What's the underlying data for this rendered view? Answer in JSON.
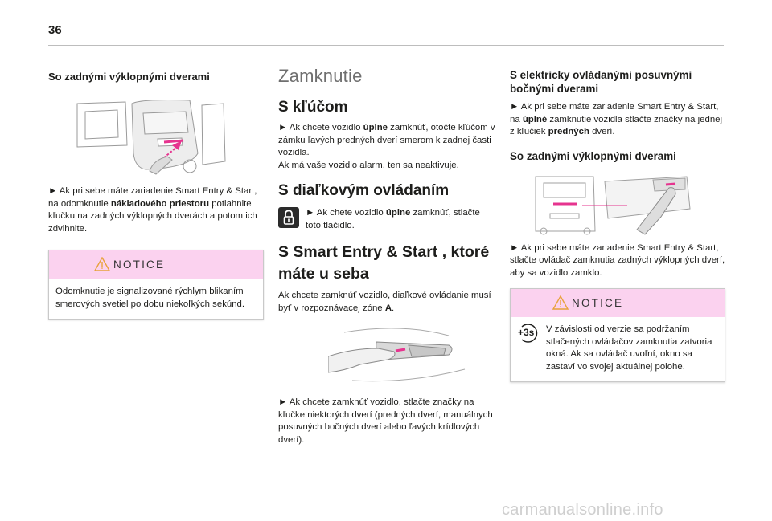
{
  "page": {
    "number": "36"
  },
  "col1": {
    "heading": "So zadnými výklopnými dverami",
    "instruction": [
      {
        "t": "► Ak pri sebe máte zariadenie Smart Entry & Start, na odomknutie ",
        "b": false
      },
      {
        "t": "nákladového priestoru",
        "b": true
      },
      {
        "t": " potiahnite kľučku na zadných výklopných dverách a potom ich zdvihnite.",
        "b": false
      }
    ],
    "notice_title": "NOTICE",
    "notice_text": "Odomknutie je signalizované rýchlym blikaním smerových svetiel po dobu niekoľkých sekúnd."
  },
  "col2": {
    "title": "Zamknutie",
    "key_heading": "S kľúčom",
    "key_text": [
      {
        "t": "► Ak chcete vozidlo ",
        "b": false
      },
      {
        "t": "úplne",
        "b": true
      },
      {
        "t": " zamknúť, otočte kľúčom v zámku ľavých predných dverí smerom k zadnej časti vozidla.",
        "b": false
      }
    ],
    "key_text2": "Ak má vaše vozidlo alarm, ten sa neaktivuje.",
    "remote_heading": "S diaľkovým ovládaním",
    "remote_text": [
      {
        "t": "► Ak chete vozidlo ",
        "b": false
      },
      {
        "t": "úplne",
        "b": true
      },
      {
        "t": " zamknúť, stlačte toto tlačidlo.",
        "b": false
      }
    ],
    "smart_heading": "S Smart Entry & Start , ktoré máte u seba",
    "smart_text": [
      {
        "t": "Ak chcete zamknúť vozidlo, diaľkové ovládanie musí byť v rozpoznávacej zóne ",
        "b": false
      },
      {
        "t": "A",
        "b": true
      },
      {
        "t": ".",
        "b": false
      }
    ],
    "handle_text": "► Ak chcete zamknúť vozidlo, stlačte značky na kľučke niektorých dverí (predných dverí, manuálnych posuvných bočných dverí alebo ľavých krídlových dverí)."
  },
  "col3": {
    "heading1": "S elektricky ovládanými posuvnými bočnými dverami",
    "text1": [
      {
        "t": "► Ak pri sebe máte zariadenie Smart Entry & Start, na ",
        "b": false
      },
      {
        "t": "úplné",
        "b": true
      },
      {
        "t": " zamknutie vozidla stlačte značky na jednej z kľučiek ",
        "b": false
      },
      {
        "t": "predných",
        "b": true
      },
      {
        "t": " dverí.",
        "b": false
      }
    ],
    "heading2": "So zadnými výklopnými dverami",
    "text2": "► Ak pri sebe máte zariadenie Smart Entry & Start, stlačte ovládač zamknutia zadných výklopných dverí, aby sa vozidlo zamklo.",
    "notice_title": "NOTICE",
    "notice_icon_label": "+3s",
    "notice_text": "V závislosti od verzie sa podržaním stlačených ovládačov zamknutia zatvoria okná. Ak sa ovládač uvoľní, okno sa zastaví vo svojej aktuálnej polohe."
  },
  "watermark": "carmanualsonline.info",
  "colors": {
    "notice_bg": "#fbd2ef",
    "highlight": "#e6348f",
    "warning": "#e8a23b"
  }
}
